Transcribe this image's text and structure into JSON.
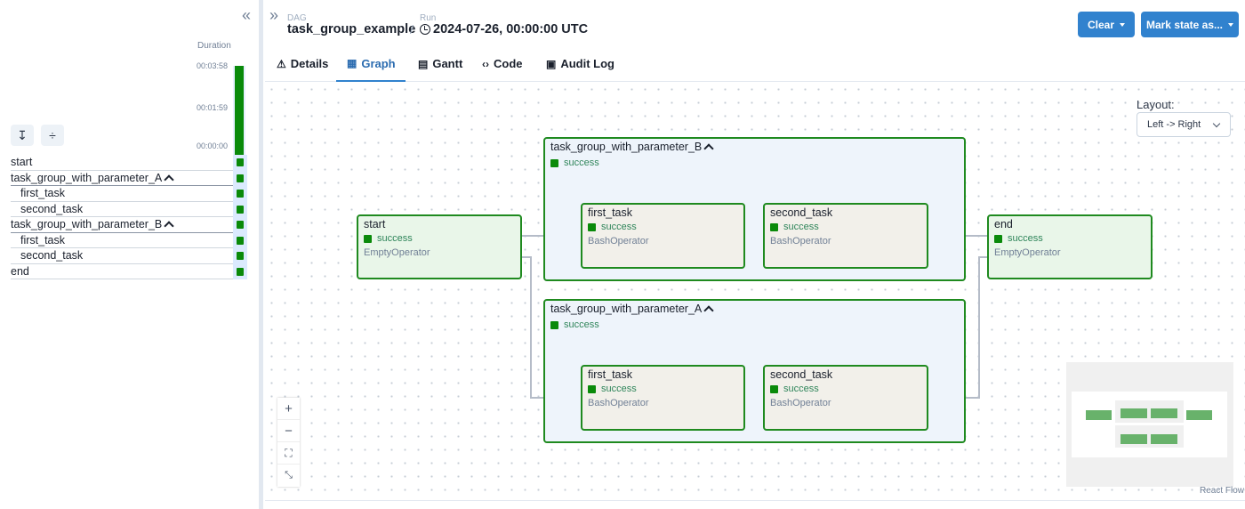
{
  "left_panel": {
    "collapse_icon": "«",
    "duration_label": "Duration",
    "ticks": [
      "00:03:58",
      "00:01:59",
      "00:00:00"
    ],
    "duration_progress": 1.0,
    "expand_icon": "↧",
    "collapse_all_icon": "÷",
    "tasks": [
      {
        "name": "start",
        "child": false,
        "group": false
      },
      {
        "name": "task_group_with_parameter_A",
        "child": false,
        "group": true
      },
      {
        "name": "first_task",
        "child": true,
        "group": false
      },
      {
        "name": "second_task",
        "child": true,
        "group": false
      },
      {
        "name": "task_group_with_parameter_B",
        "child": false,
        "group": true
      },
      {
        "name": "first_task",
        "child": true,
        "group": false
      },
      {
        "name": "second_task",
        "child": true,
        "group": false
      },
      {
        "name": "end",
        "child": false,
        "group": false
      }
    ]
  },
  "header": {
    "expand_icon": "»",
    "dag_label": "DAG",
    "dag_name": "task_group_example",
    "separator": "/",
    "run_label": "Run",
    "run_value": "2024-07-26, 00:00:00 UTC",
    "clear_label": "Clear",
    "mark_state_label": "Mark state as..."
  },
  "tabs": [
    {
      "icon": "⚠",
      "label": "Details"
    },
    {
      "icon": "▦",
      "label": "Graph"
    },
    {
      "icon": "▤",
      "label": "Gantt"
    },
    {
      "icon": "‹›",
      "label": "Code"
    },
    {
      "icon": "▣",
      "label": "Audit Log"
    }
  ],
  "active_tab": "Graph",
  "graph": {
    "layout_label": "Layout:",
    "layout_value": "Left -> Right",
    "groups": [
      {
        "title": "task_group_with_parameter_B",
        "status": "success"
      },
      {
        "title": "task_group_with_parameter_A",
        "status": "success"
      }
    ],
    "nodes": [
      {
        "title": "start",
        "status": "success",
        "operator": "EmptyOperator"
      },
      {
        "title": "first_task",
        "status": "success",
        "operator": "BashOperator"
      },
      {
        "title": "second_task",
        "status": "success",
        "operator": "BashOperator"
      },
      {
        "title": "first_task",
        "status": "success",
        "operator": "BashOperator"
      },
      {
        "title": "second_task",
        "status": "success",
        "operator": "BashOperator"
      },
      {
        "title": "end",
        "status": "success",
        "operator": "EmptyOperator"
      }
    ],
    "zoom_controls": {
      "zoom_in": "+",
      "zoom_out": "−",
      "fit": "⛶",
      "fullscreen": "⤡"
    },
    "attribution": "React Flow"
  },
  "colors": {
    "success": "#0a8a0a",
    "accent": "#3182ce",
    "group_bg": "#eef4fb",
    "empty_bg": "#e9f6e9",
    "bash_bg": "#f2f0ea"
  }
}
